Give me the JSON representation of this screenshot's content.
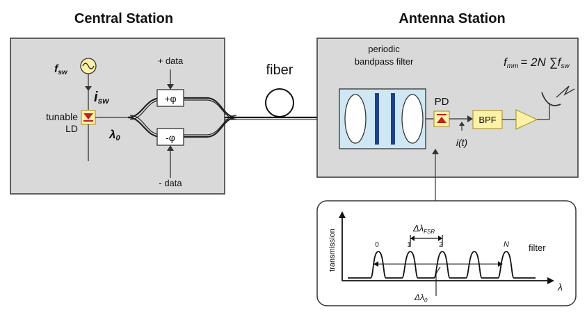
{
  "titles": {
    "central": "Central Station",
    "antenna": "Antenna Station"
  },
  "central": {
    "fsw_base": "f",
    "fsw_sub": "sw",
    "isw_base": "i",
    "isw_sub": "sw",
    "laser_line1": "tunable",
    "laser_line2": "LD",
    "lambda_base": "λ",
    "lambda_sub": "0",
    "plus_data": "+ data",
    "minus_data": "- data",
    "plus_phase": "+φ",
    "minus_phase": "-φ"
  },
  "fiber": {
    "label": "fiber"
  },
  "antenna": {
    "filter_line1": "periodic",
    "filter_line2": "bandpass filter",
    "pd": "PD",
    "bpf": "BPF",
    "current": "i(t)",
    "formula_left_base": "f",
    "formula_left_sub": "mm",
    "formula_right": "= 2N ∑f",
    "formula_right_sub": "sw"
  },
  "inset": {
    "ylabel": "transmission",
    "xlabel": "λ",
    "delta_top_base": "Δλ",
    "delta_top_sub": "FSR",
    "delta_bottom_base": "Δλ",
    "delta_bottom_sub": "0",
    "peak_labels": [
      "0",
      "1",
      "2",
      "N"
    ],
    "filter_label": "filter"
  },
  "colors": {
    "panel_fill": "#d9d9d9",
    "filter_fill": "#cfe7f2",
    "yellow_fill": "#fff2a8",
    "yellow_stroke": "#b0a040",
    "red_accent": "#c02020",
    "blue_plates": "#1f3f8f"
  }
}
